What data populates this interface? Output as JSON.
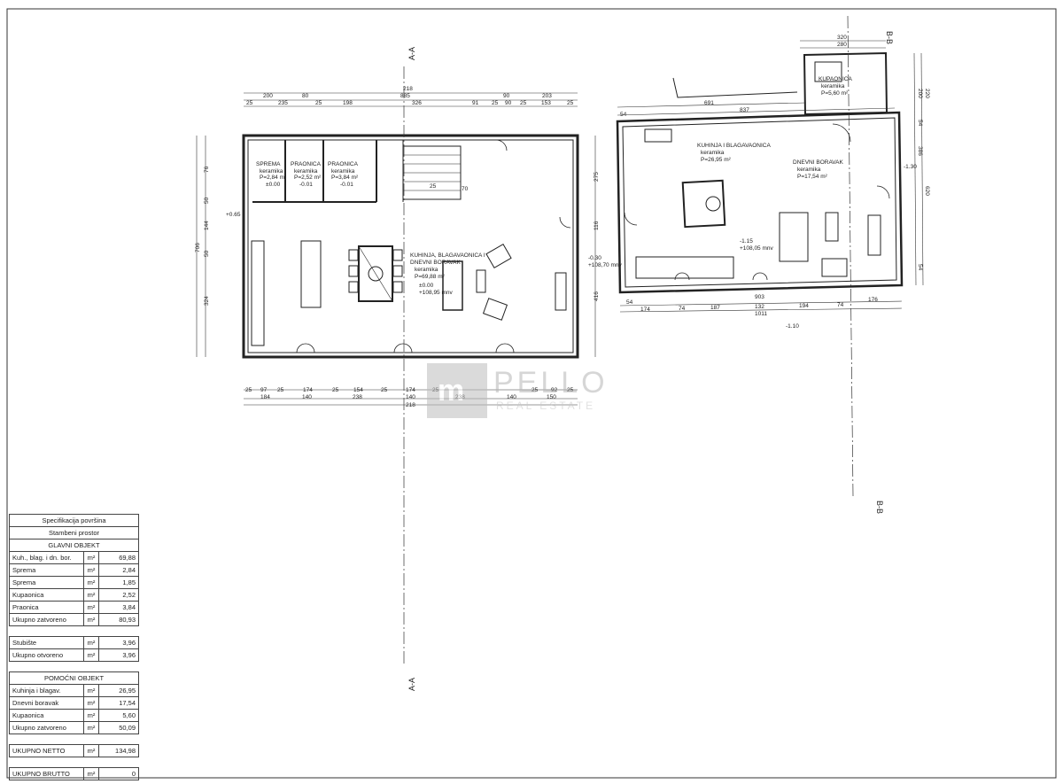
{
  "section_marks": {
    "a": "A-A",
    "b": "B-B"
  },
  "main": {
    "rooms": [
      {
        "name": "SPREMA",
        "floor": "keramika",
        "area": "P=2,84 m²",
        "level": "±0.00"
      },
      {
        "name": "PRAONICA",
        "floor": "keramika",
        "area": "P=2,52 m²",
        "level": "-0.01"
      },
      {
        "name": "PRAONICA",
        "floor": "keramika",
        "area": "P=3,84 m²",
        "level": "-0.01"
      },
      {
        "name": "KUHINJA, BLAGAVAONICA I",
        "name2": "DNEVNI BORAVAK",
        "floor": "keramika",
        "area": "P=69,88 m²",
        "level": "±0.00",
        "abs": "+108,95 mnv"
      }
    ],
    "levels": {
      "left": "+0.65",
      "right": "-0.30",
      "right_abs": "+108,70 mnv"
    },
    "dims_top_1": [
      "200",
      "80",
      "218",
      "90",
      "203"
    ],
    "dims_top_2": [
      "25",
      "235",
      "25",
      "198",
      "326",
      "91",
      "25",
      "90",
      "25",
      "153",
      "25"
    ],
    "dims_top_total": "885",
    "dims_bottom_1": [
      "25",
      "97",
      "25",
      "174",
      "25",
      "154",
      "25",
      "174",
      "25",
      "25",
      "92",
      "25"
    ],
    "dims_bottom_2": [
      "184",
      "140",
      "238",
      "140",
      "238",
      "140",
      "150"
    ],
    "dims_bottom_total": "218",
    "dims_left": [
      "76",
      "50",
      "144",
      "50",
      "324"
    ],
    "dims_left_total": "706",
    "dims_right": [
      "275",
      "116",
      "416"
    ],
    "stair_labels": [
      "70",
      "25"
    ]
  },
  "aux": {
    "rooms": [
      {
        "name": "KUPAONICA",
        "floor": "keramika",
        "area": "P=5,60 m²"
      },
      {
        "name": "KUHINJA I BLAGAVAONICA",
        "floor": "keramika",
        "area": "P=26,95 m²"
      },
      {
        "name": "DNEVNI BORAVAK",
        "floor": "keramika",
        "area": "P=17,54 m²"
      }
    ],
    "levels": {
      "mid": "-1.15",
      "mid_abs": "+108,05 mnv",
      "right": "-1.30",
      "bottom": "-1.10"
    },
    "dims_top": [
      "320",
      "280",
      "691",
      "837",
      "54"
    ],
    "dims_bottom_1": [
      "54",
      "174",
      "74",
      "187",
      "132",
      "194",
      "74",
      "176"
    ],
    "dims_bottom_total": "1011",
    "dims_bottom_mid": "903",
    "dims_right": [
      "220",
      "200",
      "54",
      "386",
      "620",
      "54"
    ]
  },
  "watermark": {
    "brand": "PELLO",
    "sub": "REAL ESTATE"
  },
  "spec_table": {
    "title_1": "Specifikacija površina",
    "title_2": "Stambeni prostor",
    "group_1": "GLAVNI OBJEKT",
    "rows_1": [
      {
        "name": "Kuh., blag. i dn. bor.",
        "unit": "m²",
        "value": "69,88"
      },
      {
        "name": "Sprema",
        "unit": "m²",
        "value": "2,84"
      },
      {
        "name": "Sprema",
        "unit": "m²",
        "value": "1,85"
      },
      {
        "name": "Kupaonica",
        "unit": "m²",
        "value": "2,52"
      },
      {
        "name": "Praonica",
        "unit": "m²",
        "value": "3,84"
      },
      {
        "name": "Ukupno zatvoreno",
        "unit": "m²",
        "value": "80,93"
      }
    ],
    "rows_2": [
      {
        "name": "Stubište",
        "unit": "m²",
        "value": "3,96"
      },
      {
        "name": "Ukupno otvoreno",
        "unit": "m²",
        "value": "3,96"
      }
    ],
    "group_2": "POMOĆNI OBJEKT",
    "rows_3": [
      {
        "name": "Kuhinja i blagav.",
        "unit": "m²",
        "value": "26,95"
      },
      {
        "name": "Dnevni boravak",
        "unit": "m²",
        "value": "17,54"
      },
      {
        "name": "Kupaonica",
        "unit": "m²",
        "value": "5,60"
      },
      {
        "name": "Ukupno zatvoreno",
        "unit": "m²",
        "value": "50,09"
      }
    ],
    "total_net": {
      "name": "UKUPNO NETTO",
      "unit": "m²",
      "value": "134,98"
    },
    "total_gross": {
      "name": "UKUPNO BRUTTO",
      "unit": "m²",
      "value": "0"
    }
  }
}
